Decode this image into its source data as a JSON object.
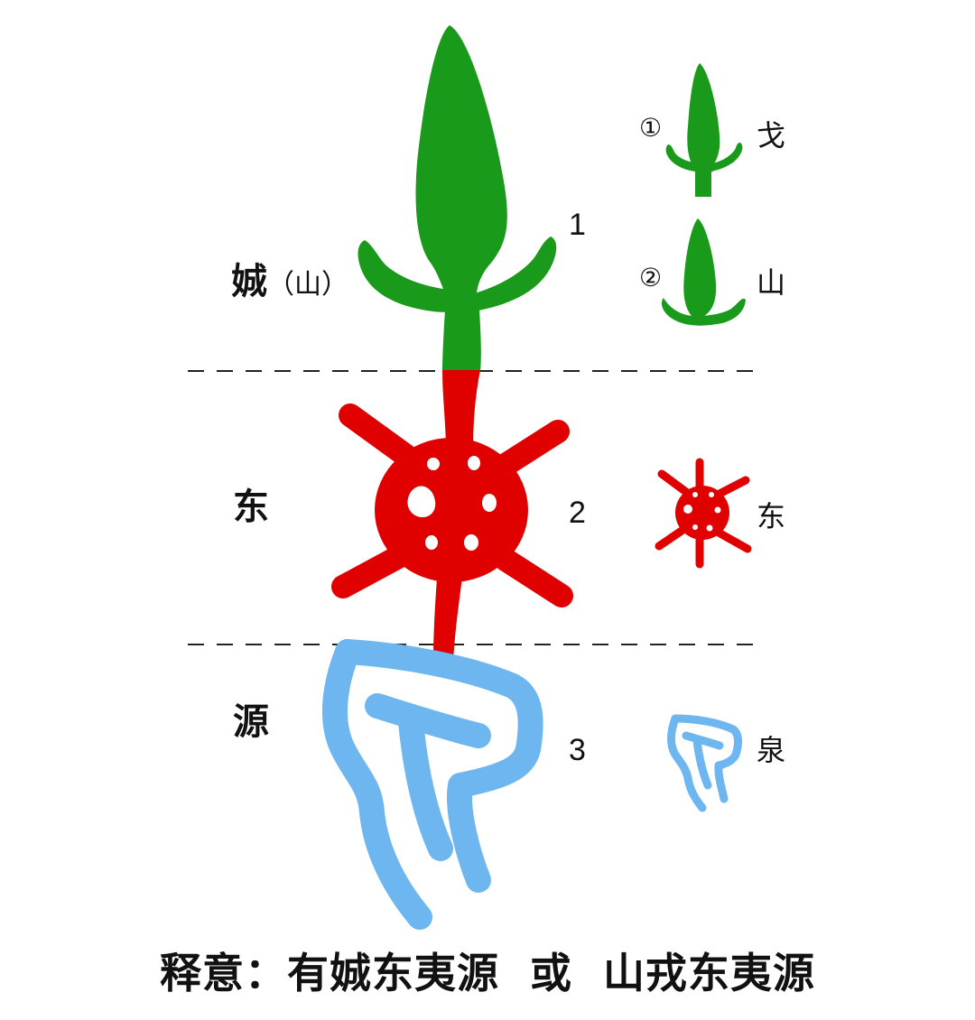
{
  "figure": {
    "rows": [
      {
        "index": "1",
        "label": "娍",
        "label_note": "（山）",
        "color": "#1a9a1a",
        "glyph": "green-spearhead-glyph"
      },
      {
        "index": "2",
        "label": "东",
        "color": "#e00000",
        "glyph": "red-wheel-sun-glyph"
      },
      {
        "index": "3",
        "label": "源",
        "color": "#6db6ef",
        "glyph": "blue-spring-glyph"
      }
    ],
    "comparisons": [
      {
        "marker": "①",
        "char": "戈",
        "color": "#1a9a1a"
      },
      {
        "marker": "②",
        "char": "山",
        "color": "#1a9a1a"
      },
      {
        "marker": "",
        "char": "东",
        "color": "#e00000"
      },
      {
        "marker": "",
        "char": "泉",
        "color": "#6db6ef"
      }
    ],
    "divider_color": "#222222",
    "caption": "释意：有娍东夷源  或  山戎东夷源"
  }
}
